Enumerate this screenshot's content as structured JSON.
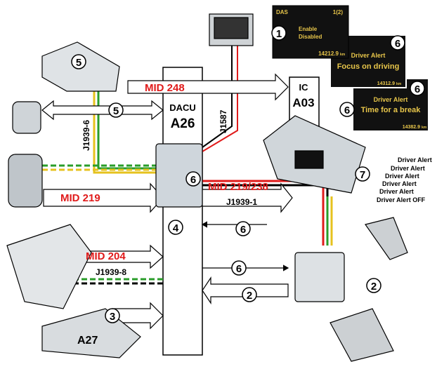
{
  "central_unit": {
    "name": "DACU",
    "code": "A26"
  },
  "cluster": {
    "name": "IC",
    "code": "A03"
  },
  "labels": {
    "mid248": "MID 248",
    "mid219": "MID 219",
    "mid204": "MID 204",
    "mid219_238": "MID 219/238",
    "j1939_1": "J1939-1",
    "j1939_6": "J1939-6",
    "j1939_8": "J1939-8",
    "j1587": "J1587",
    "a27": "A27"
  },
  "callouts": [
    "1",
    "2",
    "3",
    "4",
    "5",
    "6",
    "7"
  ],
  "screens": {
    "das": {
      "title": "DAS",
      "page": "1(2)",
      "option1": "Enable",
      "option2": "Disabled",
      "odometer": "14212.9",
      "unit": "km"
    },
    "alert1": {
      "title": "Driver Alert",
      "message": "Focus on driving",
      "odometer": "14312.9",
      "unit": "km"
    },
    "alert2": {
      "title": "Driver Alert",
      "message": "Time for a break",
      "odometer": "14382.9",
      "unit": "km"
    }
  },
  "alert_levels": [
    "Driver Alert",
    "Driver Alert",
    "Driver Alert",
    "Driver Alert",
    "Driver Alert",
    "Driver Alert OFF"
  ],
  "colors": {
    "red": "#e01b1b",
    "green": "#2a9d2a",
    "yellow": "#e6c21e",
    "screen_text": "#e8c64a"
  }
}
